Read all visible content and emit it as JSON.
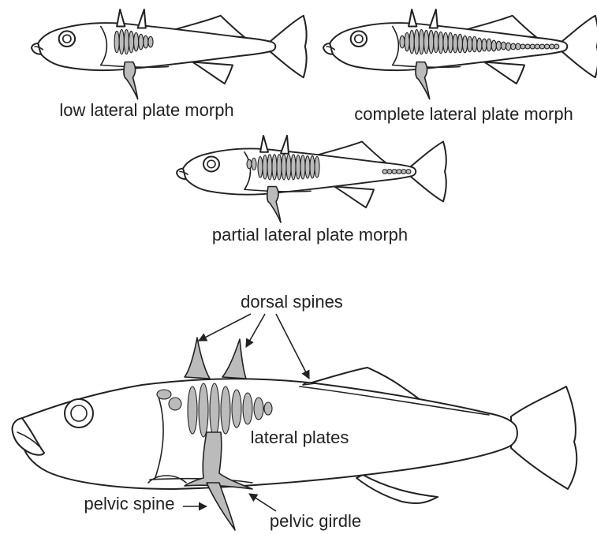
{
  "labels": {
    "low": "low lateral plate morph",
    "complete": "complete lateral plate morph",
    "partial": "partial lateral plate morph",
    "dorsal_spines": "dorsal spines",
    "lateral_plates": "lateral plates",
    "pelvic_spine": "pelvic spine",
    "pelvic_girdle": "pelvic girdle"
  },
  "colors": {
    "outline": "#222222",
    "bone_fill": "#bbbbbb",
    "background": "#ffffff"
  }
}
